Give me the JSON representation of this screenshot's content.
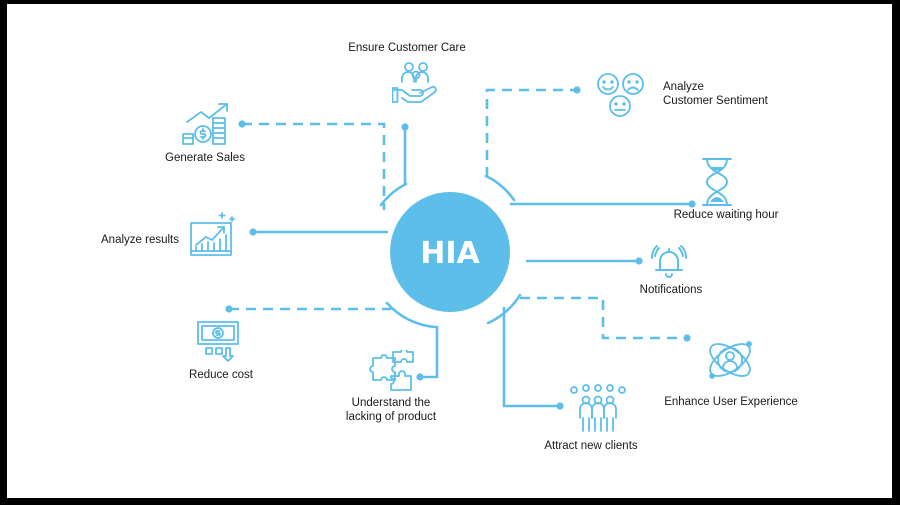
{
  "hub": {
    "label": "HIA"
  },
  "nodes": {
    "ensure_customer_care": "Ensure Customer Care",
    "generate_sales": "Generate Sales",
    "analyze_sentiment_line1": "Analyze",
    "analyze_sentiment_line2": "Customer Sentiment",
    "reduce_waiting_hour": "Reduce waiting hour",
    "analyze_results": "Analyze results",
    "notifications": "Notifications",
    "reduce_cost": "Reduce cost",
    "understand_line1": "Understand the",
    "understand_line2": "lacking of product",
    "enhance_user_experience": "Enhance User Experience",
    "attract_new_clients": "Attract new clients"
  },
  "colors": {
    "accent": "#5dbfe9",
    "text": "#1a1a1a",
    "background": "#ffffff",
    "frame": "#000000"
  }
}
